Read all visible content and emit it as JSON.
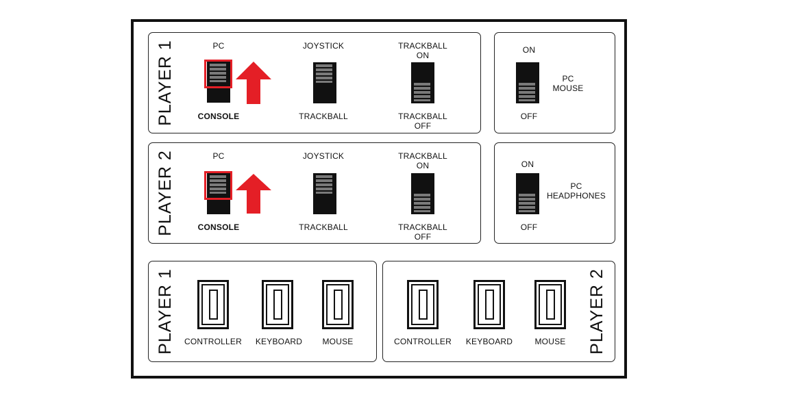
{
  "row1": {
    "player_label": "PLAYER 1",
    "pc_label": "PC",
    "console_label": "CONSOLE",
    "joystick_label": "JOYSTICK",
    "trackball_label": "TRACKBALL",
    "trackball_on_label": "TRACKBALL\nON",
    "trackball_off_label": "TRACKBALL\nOFF",
    "side": {
      "on_label": "ON",
      "off_label": "OFF",
      "name": "PC\nMOUSE"
    }
  },
  "row2": {
    "player_label": "PLAYER 2",
    "pc_label": "PC",
    "console_label": "CONSOLE",
    "joystick_label": "JOYSTICK",
    "trackball_label": "TRACKBALL",
    "trackball_on_label": "TRACKBALL\nON",
    "trackball_off_label": "TRACKBALL\nOFF",
    "side": {
      "on_label": "ON",
      "off_label": "OFF",
      "name": "PC\nHEADPHONES"
    }
  },
  "ports": {
    "p1": {
      "player_label": "PLAYER 1",
      "labels": [
        "CONTROLLER",
        "KEYBOARD",
        "MOUSE"
      ]
    },
    "p2": {
      "player_label": "PLAYER 2",
      "labels": [
        "CONTROLLER",
        "KEYBOARD",
        "MOUSE"
      ]
    }
  },
  "colors": {
    "highlight": "#e41f26",
    "switch": "#111111",
    "grip": "#7a7a7a"
  }
}
